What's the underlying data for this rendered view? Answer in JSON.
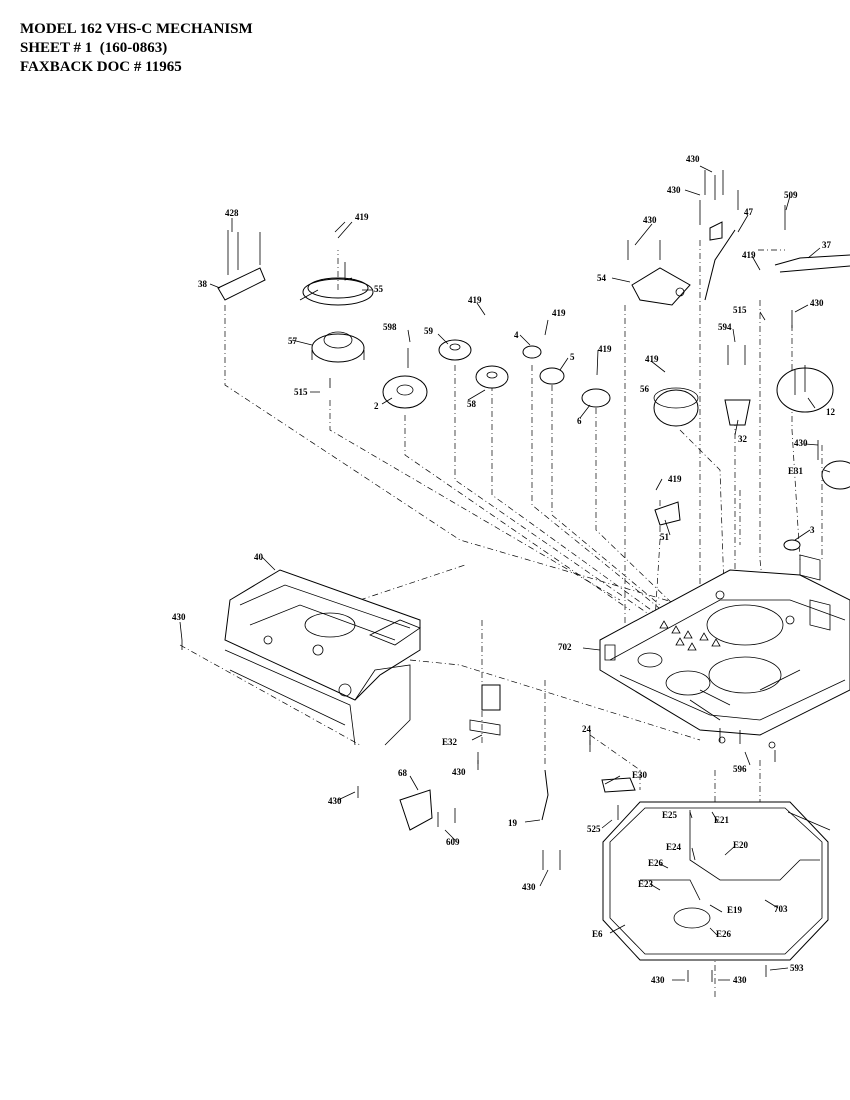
{
  "header": {
    "line1": "MODEL 162 VHS-C MECHANISM",
    "line2": "SHEET # 1  (160-0863)",
    "line3": "FAXBACK DOC # 11965"
  },
  "callouts": [
    {
      "id": "c430a",
      "text": "430"
    },
    {
      "id": "c430b",
      "text": "430"
    },
    {
      "id": "c509",
      "text": "509"
    },
    {
      "id": "c47",
      "text": "47"
    },
    {
      "id": "c428",
      "text": "428"
    },
    {
      "id": "c419a",
      "text": "419"
    },
    {
      "id": "c430c",
      "text": "430"
    },
    {
      "id": "c419b",
      "text": "419"
    },
    {
      "id": "c38",
      "text": "38"
    },
    {
      "id": "c55",
      "text": "55"
    },
    {
      "id": "c54",
      "text": "54"
    },
    {
      "id": "c37",
      "text": "37"
    },
    {
      "id": "c419c",
      "text": "419"
    },
    {
      "id": "c515a",
      "text": "515"
    },
    {
      "id": "c430d",
      "text": "430"
    },
    {
      "id": "c598",
      "text": "598"
    },
    {
      "id": "c59",
      "text": "59"
    },
    {
      "id": "c4",
      "text": "4"
    },
    {
      "id": "c419d",
      "text": "419"
    },
    {
      "id": "c5",
      "text": "5"
    },
    {
      "id": "c57",
      "text": "57"
    },
    {
      "id": "c594",
      "text": "594"
    },
    {
      "id": "c419e",
      "text": "419"
    },
    {
      "id": "c419f",
      "text": "419"
    },
    {
      "id": "c56",
      "text": "56"
    },
    {
      "id": "c515b",
      "text": "515"
    },
    {
      "id": "c2",
      "text": "2"
    },
    {
      "id": "c58",
      "text": "58"
    },
    {
      "id": "c6",
      "text": "6"
    },
    {
      "id": "c32",
      "text": "32"
    },
    {
      "id": "c12",
      "text": "12"
    },
    {
      "id": "c430e",
      "text": "430"
    },
    {
      "id": "cE31",
      "text": "E31"
    },
    {
      "id": "c419g",
      "text": "419"
    },
    {
      "id": "c51",
      "text": "51"
    },
    {
      "id": "c3",
      "text": "3"
    },
    {
      "id": "c40",
      "text": "40"
    },
    {
      "id": "c430f",
      "text": "430"
    },
    {
      "id": "c702",
      "text": "702"
    },
    {
      "id": "cE32",
      "text": "E32"
    },
    {
      "id": "c24",
      "text": "24"
    },
    {
      "id": "c430g",
      "text": "430"
    },
    {
      "id": "c68",
      "text": "68"
    },
    {
      "id": "cE30",
      "text": "E30"
    },
    {
      "id": "c596",
      "text": "596"
    },
    {
      "id": "c430h",
      "text": "430"
    },
    {
      "id": "c19",
      "text": "19"
    },
    {
      "id": "c525",
      "text": "525"
    },
    {
      "id": "cE25",
      "text": "E25"
    },
    {
      "id": "cE21",
      "text": "E21"
    },
    {
      "id": "c609",
      "text": "609"
    },
    {
      "id": "cE24",
      "text": "E24"
    },
    {
      "id": "cE20",
      "text": "E20"
    },
    {
      "id": "cE26a",
      "text": "E26"
    },
    {
      "id": "c430i",
      "text": "430"
    },
    {
      "id": "cE23",
      "text": "E23"
    },
    {
      "id": "cE19",
      "text": "E19"
    },
    {
      "id": "c703",
      "text": "703"
    },
    {
      "id": "cE6",
      "text": "E6"
    },
    {
      "id": "cE26b",
      "text": "E26"
    },
    {
      "id": "c430j",
      "text": "430"
    },
    {
      "id": "c430k",
      "text": "430"
    },
    {
      "id": "c593",
      "text": "593"
    }
  ]
}
